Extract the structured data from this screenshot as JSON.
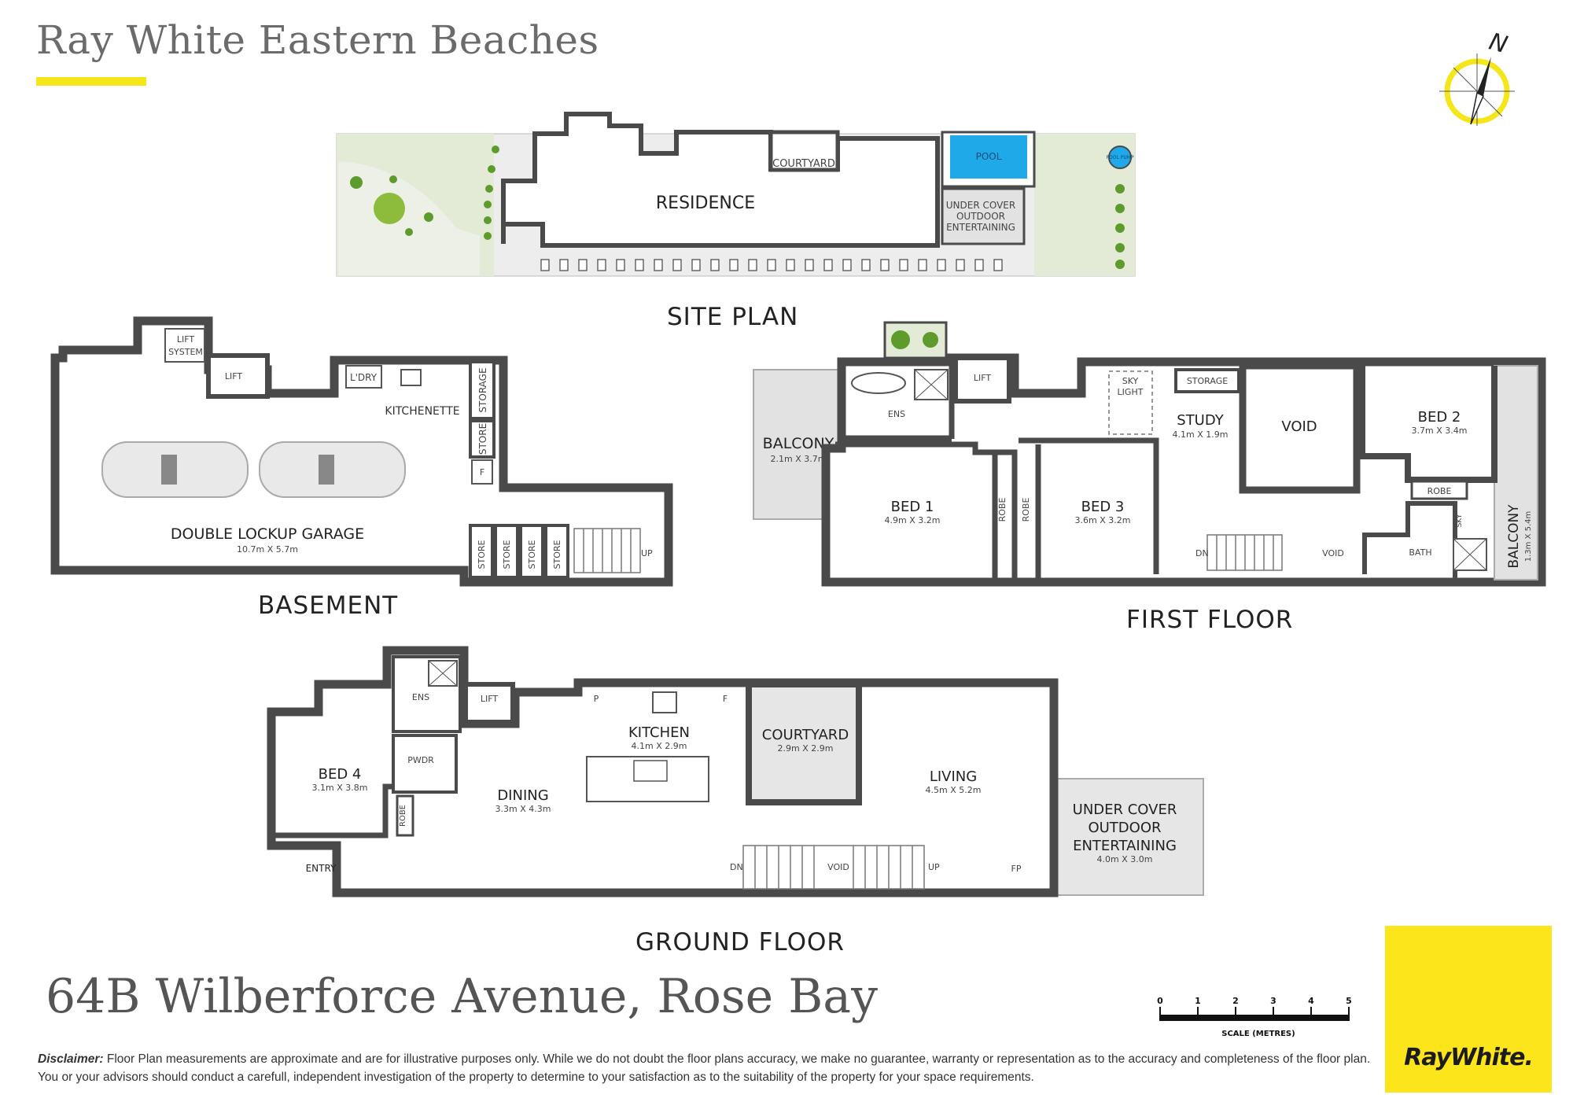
{
  "header": {
    "agency_name": "Ray White Eastern Beaches",
    "compass_letter": "N"
  },
  "site_plan": {
    "label": "SITE PLAN",
    "rooms": {
      "residence": "RESIDENCE",
      "courtyard": "COURTYARD",
      "pool": "POOL",
      "pool_pump": "POOL PUMP",
      "outdoor_1": "UNDER COVER",
      "outdoor_2": "OUTDOOR",
      "outdoor_3": "ENTERTAINING"
    }
  },
  "basement": {
    "label": "BASEMENT",
    "rooms": {
      "lift_system_1": "LIFT",
      "lift_system_2": "SYSTEM",
      "lift": "LIFT",
      "laundry": "L'DRY",
      "kitchenette": "KITCHENETTE",
      "storage": "STORAGE",
      "store": "STORE",
      "fridge": "F",
      "garage": "DOUBLE LOCKUP GARAGE",
      "garage_dim": "10.7m X 5.7m",
      "up": "UP"
    }
  },
  "first_floor": {
    "label": "FIRST FLOOR",
    "rooms": {
      "balcony": "BALCONY",
      "balcony_dim": "2.1m X 3.7m",
      "ens": "ENS",
      "lift": "LIFT",
      "sky_1": "SKY",
      "sky_2": "LIGHT",
      "storage": "STORAGE",
      "study": "STUDY",
      "study_dim": "4.1m X 1.9m",
      "void": "VOID",
      "bed2": "BED 2",
      "bed2_dim": "3.7m X 3.4m",
      "robe": "ROBE",
      "bed1": "BED 1",
      "bed1_dim": "4.9m X 3.2m",
      "bed3": "BED 3",
      "bed3_dim": "3.6m X 3.2m",
      "dn": "DN",
      "void2": "VOID",
      "bath": "BATH",
      "sky_short": "SKY",
      "balcony2": "BALCONY",
      "balcony2_dim": "1.3m X 5.4m"
    }
  },
  "ground_floor": {
    "label": "GROUND FLOOR",
    "rooms": {
      "ens": "ENS",
      "lift": "LIFT",
      "pwdr": "PWDR",
      "bed4": "BED 4",
      "bed4_dim": "3.1m X 3.8m",
      "robe": "ROBE",
      "entry": "ENTRY",
      "kitchen": "KITCHEN",
      "kitchen_dim": "4.1m X 2.9m",
      "pantry": "P",
      "fridge": "F",
      "dining": "DINING",
      "dining_dim": "3.3m X 4.3m",
      "courtyard": "COURTYARD",
      "courtyard_dim": "2.9m X 2.9m",
      "living": "LIVING",
      "living_dim": "4.5m X 5.2m",
      "dn": "DN",
      "void": "VOID",
      "up": "UP",
      "fp": "FP",
      "outdoor_1": "UNDER COVER",
      "outdoor_2": "OUTDOOR",
      "outdoor_3": "ENTERTAINING",
      "outdoor_dim": "4.0m X 3.0m"
    }
  },
  "footer": {
    "address": "64B Wilberforce Avenue, Rose Bay",
    "disclaimer_label": "Disclaimer:",
    "disclaimer_text": " Floor Plan measurements are approximate and are for illustrative purposes only. While we do not doubt the  floor  plans  accuracy,  we make no guarantee, warranty or representation as to the accuracy and completeness of the floor plan.  You  or  your  advisors  should  conduct a carefull, independent investigation of the property to determine to your satisfaction as to the suitability of the property for your space requirements.",
    "scale_ticks": [
      "0",
      "1",
      "2",
      "3",
      "4",
      "5"
    ],
    "scale_label": "SCALE (METRES)",
    "logo": "RayWhite."
  },
  "colors": {
    "brand_yellow": "#fde51b",
    "wall": "#4a4a4a",
    "pool": "#1fa9e8",
    "garden": "#e4ecd8",
    "covered": "#e6e6e6"
  }
}
